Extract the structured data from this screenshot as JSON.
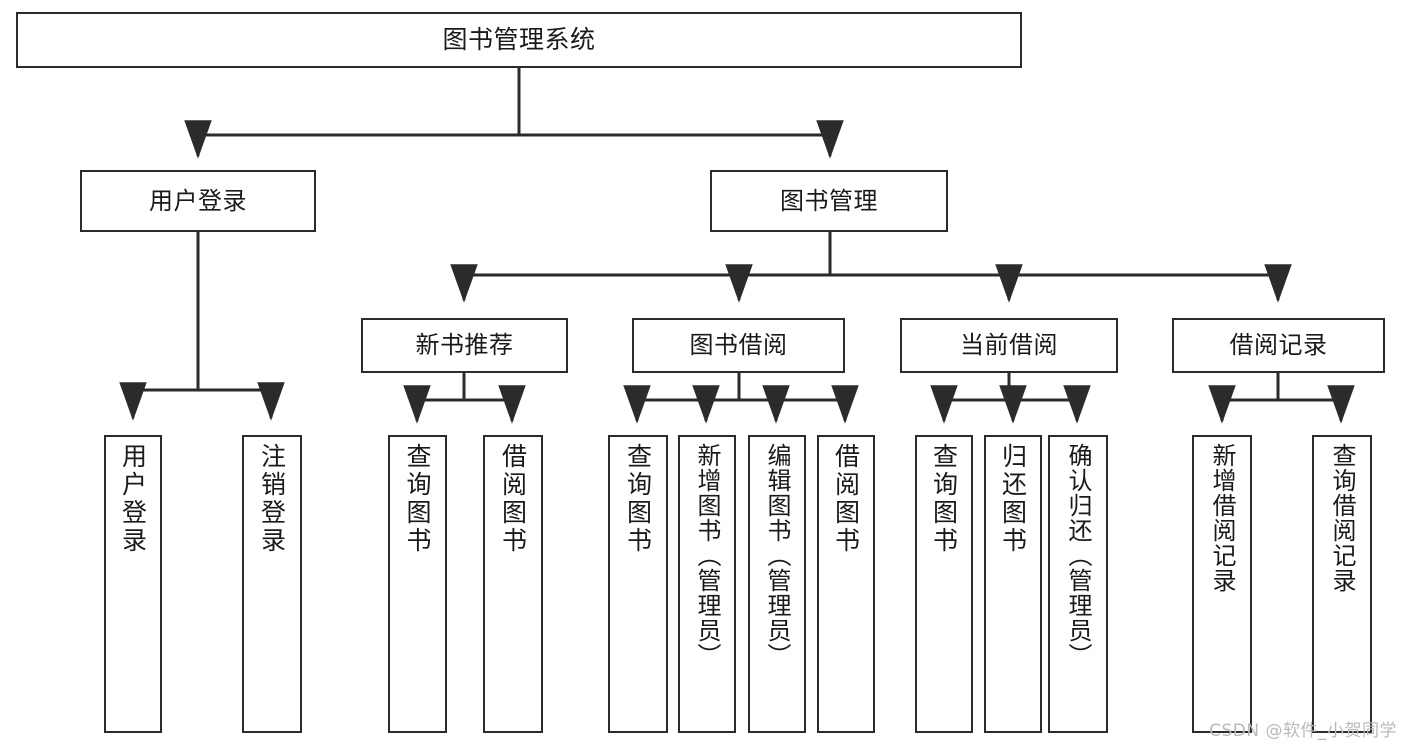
{
  "diagram": {
    "title": "图书管理系统",
    "watermark": "CSDN @软件_小贺同学",
    "colors": {
      "box_stroke": "#2b2b2b",
      "box_fill": "#ffffff",
      "link_stroke": "#2b2b2b",
      "text": "#1a1a1a",
      "watermark": "#b9b9b9"
    },
    "levels": {
      "root": {
        "label": "图书管理系统"
      },
      "level2": [
        {
          "label": "用户登录"
        },
        {
          "label": "图书管理"
        }
      ],
      "level3": [
        {
          "label": "新书推荐"
        },
        {
          "label": "图书借阅"
        },
        {
          "label": "当前借阅"
        },
        {
          "label": "借阅记录"
        }
      ],
      "leaves": [
        {
          "label": "用户登录",
          "parent": "用户登录"
        },
        {
          "label": "注销登录",
          "parent": "用户登录"
        },
        {
          "label": "查询图书",
          "parent": "新书推荐"
        },
        {
          "label": "借阅图书",
          "parent": "新书推荐"
        },
        {
          "label": "查询图书",
          "parent": "图书借阅"
        },
        {
          "label": "新增图书（管理员）",
          "parent": "图书借阅"
        },
        {
          "label": "编辑图书（管理员）",
          "parent": "图书借阅"
        },
        {
          "label": "借阅图书",
          "parent": "图书借阅"
        },
        {
          "label": "查询图书",
          "parent": "当前借阅"
        },
        {
          "label": "归还图书",
          "parent": "当前借阅"
        },
        {
          "label": "确认归还（管理员）",
          "parent": "当前借阅"
        },
        {
          "label": "新增借阅记录",
          "parent": "借阅记录"
        },
        {
          "label": "查询借阅记录",
          "parent": "借阅记录"
        }
      ]
    }
  }
}
